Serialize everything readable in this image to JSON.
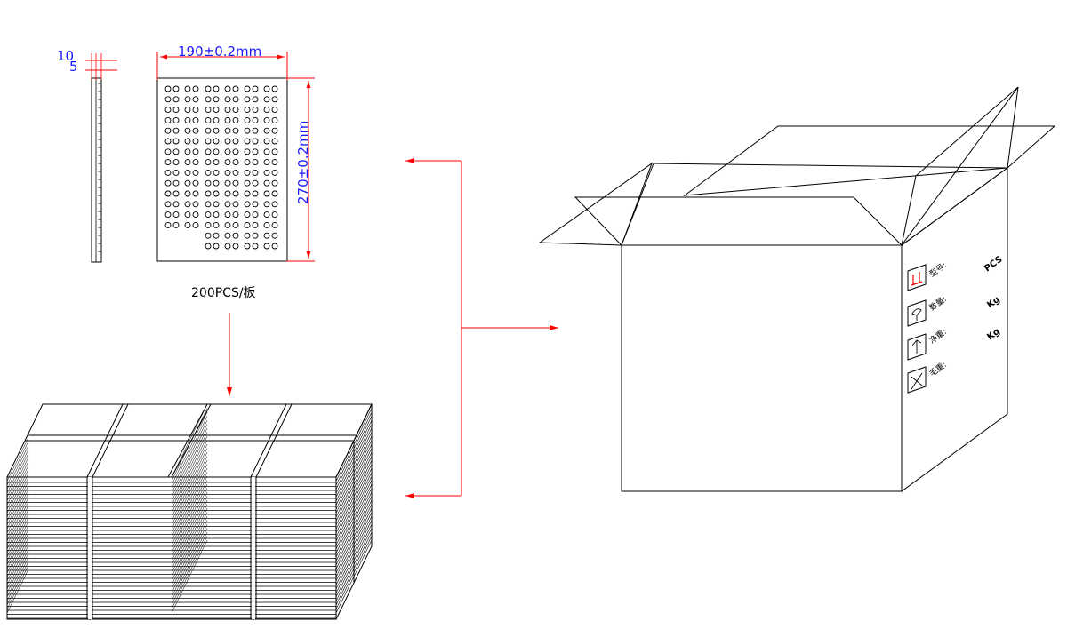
{
  "tray": {
    "width_label": "190±0.2mm",
    "height_label": "270±0.2mm",
    "edge_label": "10",
    "thickness_label": "5",
    "capacity_label": "200PCS/板"
  },
  "carton": {
    "fields": [
      {
        "label": "型号:",
        "unit": "PCS",
        "icon": "fragile-icon"
      },
      {
        "label": "数量:",
        "unit": "Kg",
        "icon": "keep-dry-icon"
      },
      {
        "label": "净重:",
        "unit": "Kg",
        "icon": "this-way-up-icon"
      },
      {
        "label": "毛重:",
        "unit": "",
        "icon": "no-stacking-icon"
      }
    ]
  },
  "colors": {
    "line": "#000000",
    "dimension_text": "#1a1aff",
    "dimension_line": "#ff0000",
    "arrow": "#ff0000"
  }
}
